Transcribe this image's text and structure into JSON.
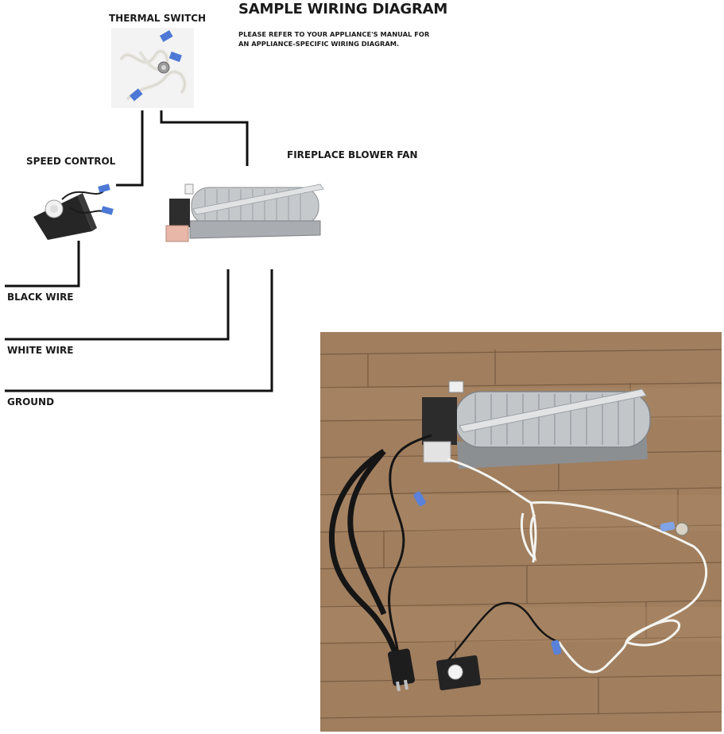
{
  "header": {
    "title": "SAMPLE WIRING DIAGRAM",
    "note_line1": "PLEASE REFER TO YOUR APPLIANCE'S MANUAL FOR",
    "note_line2": "AN APPLIANCE-SPECIFIC WIRING DIAGRAM."
  },
  "labels": {
    "thermal_switch": "THERMAL SWITCH",
    "speed_control": "SPEED CONTROL",
    "blower_fan": "FIREPLACE BLOWER FAN",
    "black_wire": "BLACK WIRE",
    "white_wire": "WHITE WIRE",
    "ground": "GROUND"
  },
  "colors": {
    "wire_line": "#111111",
    "floor_wood": "#a07e5e",
    "fan_metal": "#b9bcbf",
    "speed_control_body": "#262626",
    "connector_blue": "#5a82d8",
    "white_cable": "#f4f4f0",
    "power_cord": "#151515"
  }
}
